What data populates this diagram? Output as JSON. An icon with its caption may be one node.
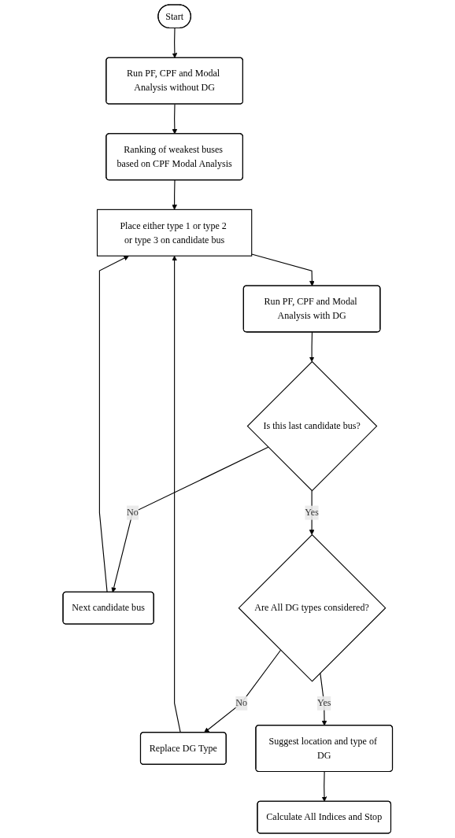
{
  "diagram": {
    "nodes": [
      {
        "text": [
          "Start"
        ]
      },
      {
        "text": [
          "Run PF, CPF and Modal Analysis without DG"
        ]
      },
      {
        "text": [
          "Ranking of weakest buses based on CPF Modal Analysis"
        ]
      },
      {
        "text": [
          "Place either type 1 or type 2 or type 3 on candidate bus"
        ]
      },
      {
        "text": [
          "Replace DG Type"
        ]
      },
      {
        "text": [
          "Next candidate bus"
        ]
      },
      {
        "text": [
          "Run PF, CPF and Modal Analysis with DG"
        ]
      },
      {
        "text": [
          "Is this last candidate bus?"
        ]
      },
      {
        "text": [
          "Are All DG types considered?"
        ]
      },
      {
        "text": [
          "Suggest location and type of DG"
        ]
      },
      {
        "text": [
          "Calculate All Indices and Stop"
        ]
      }
    ],
    "edges": [
      {
        "from": 0,
        "to": 1,
        "arrow": "to"
      },
      {
        "from": 1,
        "to": 2,
        "arrow": "to"
      },
      {
        "from": 2,
        "to": 3,
        "arrow": "to"
      },
      {
        "from": 3,
        "to": 6,
        "arrow": "to"
      },
      {
        "from": 6,
        "to": 7,
        "arrow": "to"
      },
      {
        "from": 7,
        "to": 5,
        "label": "No",
        "arrow": "to"
      },
      {
        "from": 7,
        "to": 8,
        "label": "Yes",
        "arrow": "to"
      },
      {
        "from": 8,
        "to": 4,
        "label": "No",
        "arrow": "to"
      },
      {
        "from": 8,
        "to": 9,
        "label": "Yes",
        "arrow": "to"
      },
      {
        "from": 9,
        "to": 10,
        "arrow": "to"
      },
      {
        "from": 4,
        "to": 3,
        "arrow": "to"
      },
      {
        "from": 5,
        "to": 3,
        "arrow": "to"
      }
    ]
  }
}
